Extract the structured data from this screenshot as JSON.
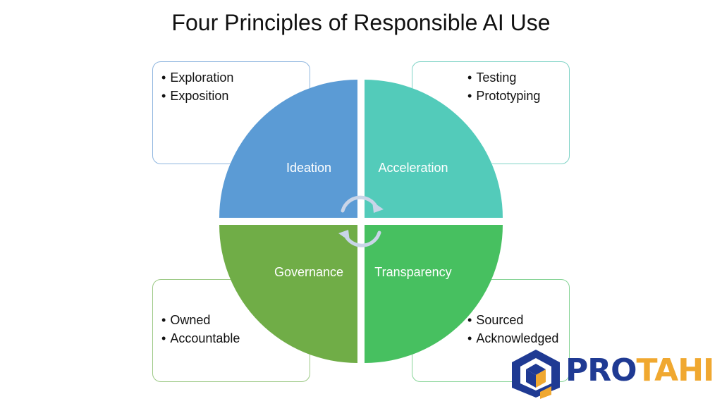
{
  "title": "Four Principles of Responsible AI Use",
  "quadrants": [
    {
      "label": "Ideation",
      "color": "#5b9bd5",
      "border": "#8fb6df",
      "items": [
        "Exploration",
        "Exposition"
      ]
    },
    {
      "label": "Acceleration",
      "color": "#53cbba",
      "border": "#7fd3c6",
      "items": [
        "Testing",
        "Prototyping"
      ]
    },
    {
      "label": "Governance",
      "color": "#70ad47",
      "border": "#9cc985",
      "items": [
        "Owned",
        "Accountable"
      ]
    },
    {
      "label": "Transparency",
      "color": "#47c060",
      "border": "#86d496",
      "items": [
        "Sourced",
        "Acknowledged"
      ]
    }
  ],
  "cycle_arrow_color": "#c9d5e8",
  "logo": {
    "text_part1": "PRO",
    "text_part2": "TAHI",
    "color_primary": "#1f3a93",
    "color_accent": "#f0a830"
  }
}
